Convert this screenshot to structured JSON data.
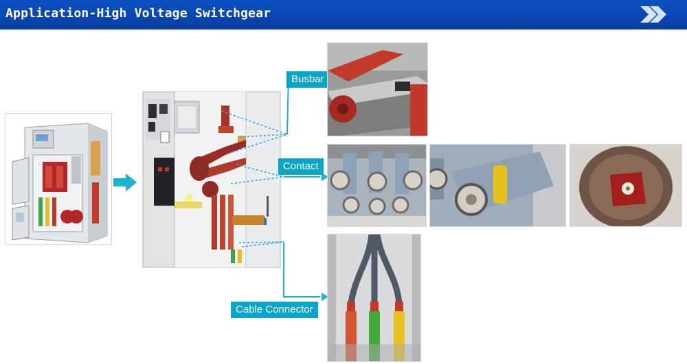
{
  "header": {
    "title": "Application-High Voltage Switchgear",
    "icon": "double-chevron-right-icon",
    "bg_color": "#0a4fbf"
  },
  "callouts": {
    "busbar": "Busbar",
    "contact": "Contact",
    "cable_connector": "Cable Connector"
  },
  "colors": {
    "callout_bg": "#0aa6c9",
    "arrow": "#19b4cf",
    "dashed_lines": "#2aa8d8"
  },
  "images": {
    "switchgear_cabinet": "switchgear-cabinet-illustration",
    "cross_section": "switchgear-cross-section-diagram",
    "busbar_photo": "busbar-photo",
    "contact_photo_1": "contact-arms-photo",
    "contact_photo_2": "contact-closeup-photo",
    "contact_photo_3": "contact-top-view-photo",
    "cable_photo": "cable-connector-photo"
  }
}
